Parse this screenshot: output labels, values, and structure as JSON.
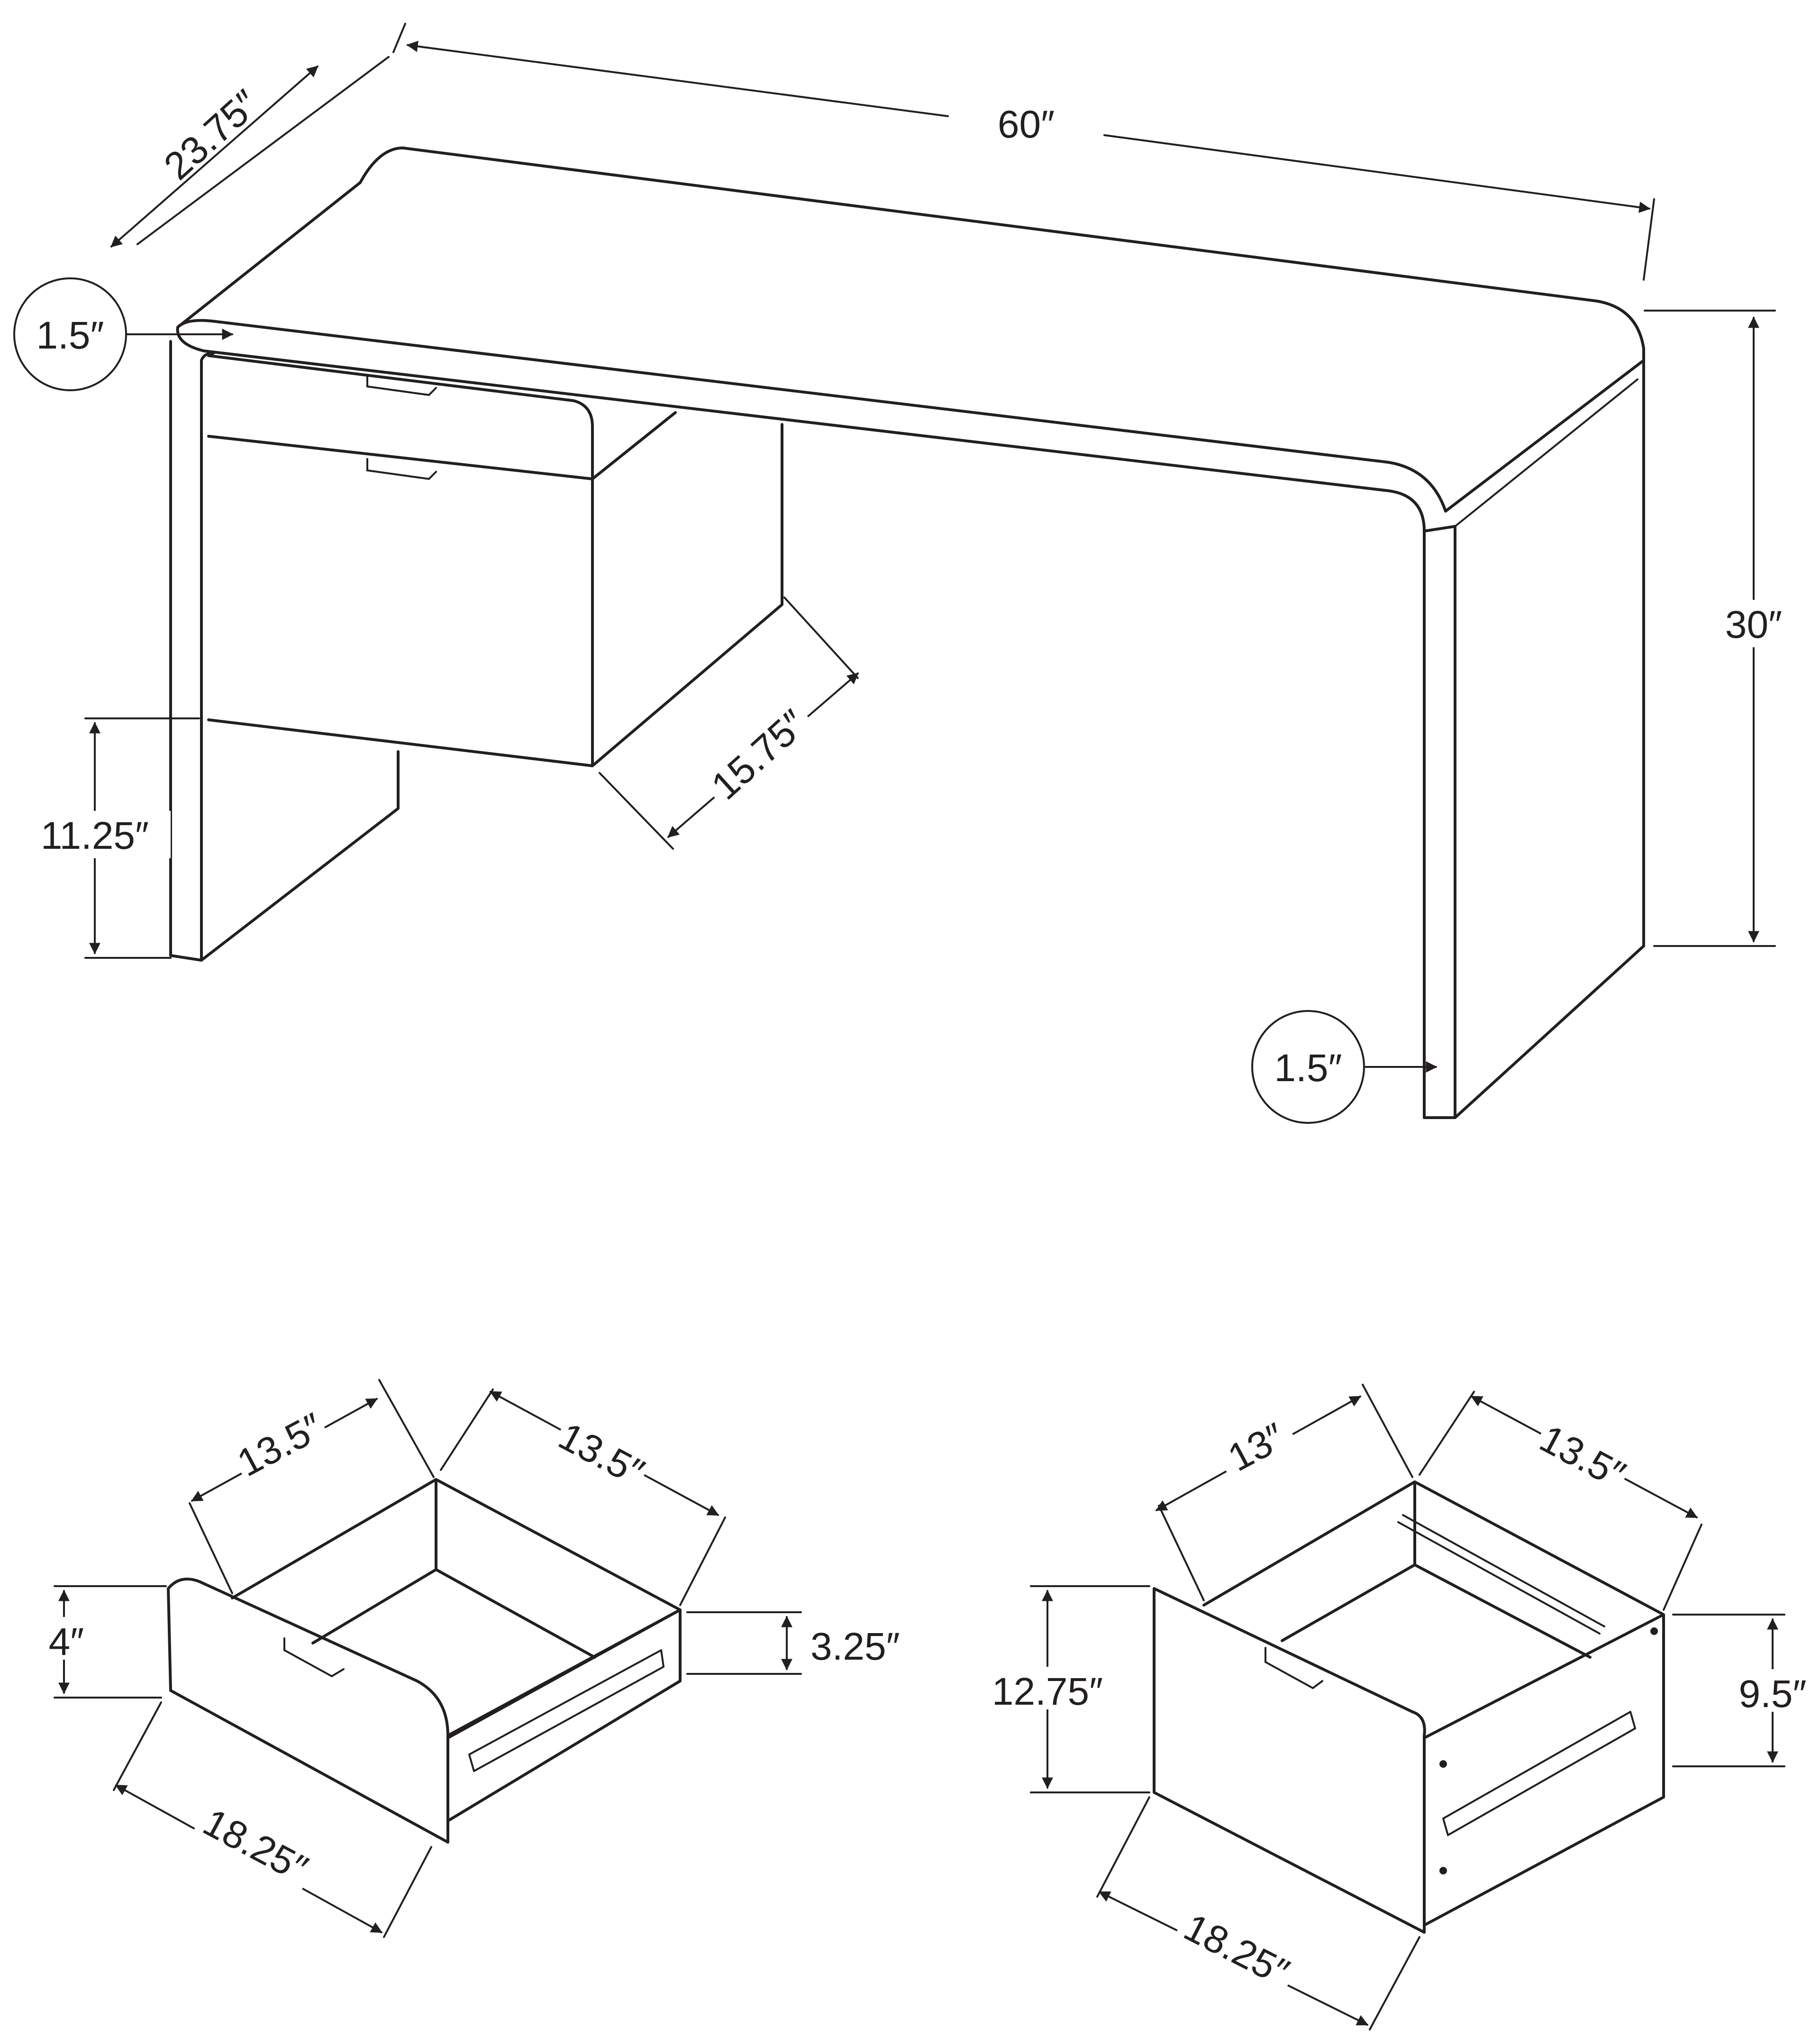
{
  "desk": {
    "width": "60″",
    "depth": "23.75″",
    "height": "30″",
    "top_thickness": "1.5″",
    "leg_thickness": "1.5″",
    "cabinet_depth": "15.75″",
    "clearance_height": "11.25″"
  },
  "small_drawer": {
    "inner_width": "13.5″",
    "inner_depth": "13.5″",
    "front_width": "18.25″",
    "front_height": "4″",
    "inner_height": "3.25″"
  },
  "large_drawer": {
    "inner_width": "13″",
    "inner_depth": "13.5″",
    "front_width": "18.25″",
    "front_height": "12.75″",
    "inner_height": "9.5″"
  }
}
